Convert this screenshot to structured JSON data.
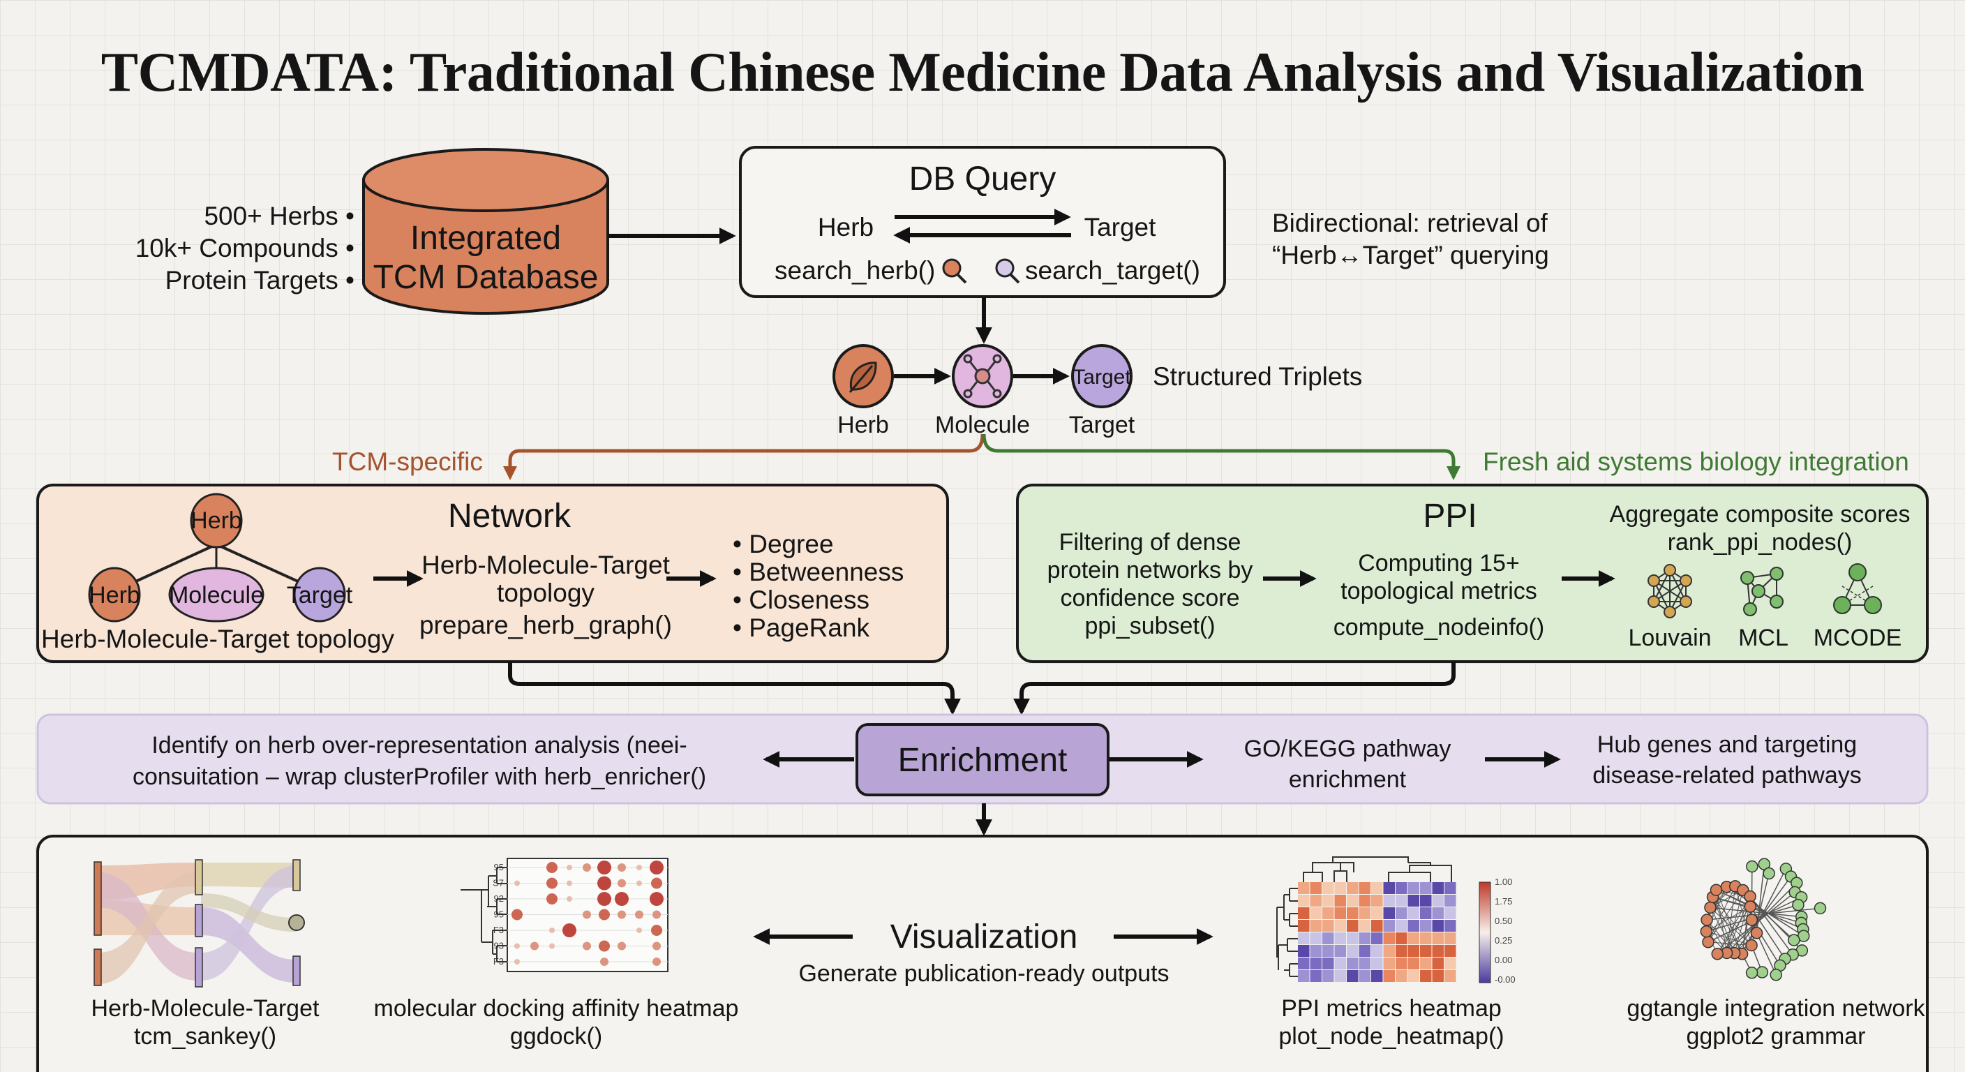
{
  "title": "TCMDATA: Traditional Chinese Medicine Data Analysis and Visualization",
  "database": {
    "label_line1": "Integrated",
    "label_line2": "TCM Database",
    "stats": [
      "500+ Herbs •",
      "10k+ Compounds •",
      "Protein Targets •"
    ],
    "color": "#d9825e"
  },
  "db_query": {
    "title": "DB Query",
    "left": "Herb",
    "right": "Target",
    "fn_left": "search_herb()",
    "fn_right": "search_target()",
    "note_line1": "Bidirectional: retrieval of",
    "note_line2": "“Herb↔Target” querying"
  },
  "triplets": {
    "nodes": [
      {
        "label": "Herb",
        "icon": "leaf-icon",
        "color": "#d9825e"
      },
      {
        "label": "Molecule",
        "icon": "molecule-icon",
        "color": "#e2b7df"
      },
      {
        "label": "Target",
        "inner": "Target",
        "color": "#b9a6dd"
      }
    ],
    "caption": "Structured Triplets"
  },
  "branches": {
    "left": "TCM-specific",
    "left_color": "#a5532c",
    "right": "Fresh aid systems biology integration",
    "right_color": "#3f7a33"
  },
  "network": {
    "title": "Network",
    "tree_root": "Herb",
    "tree_children": [
      "Herb",
      "Molecule",
      "Target"
    ],
    "tree_caption": "Herb-Molecule-Target topology",
    "step_line1": "Herb-Molecule-Target",
    "step_line2": "topology",
    "step_fn": "prepare_herb_graph()",
    "metrics": [
      "• Degree",
      "• Betweenness",
      "• Closeness",
      "• PageRank"
    ],
    "fill": "#f8e5d6"
  },
  "ppi": {
    "title": "PPI",
    "filter_lines": [
      "Filtering of dense",
      "protein networks by",
      "confidence score",
      "ppi_subset()"
    ],
    "compute_lines": [
      "Computing 15+",
      "topological metrics"
    ],
    "compute_fn": "compute_nodeinfo()",
    "aggregate": "Aggregate composite scores",
    "aggregate_fn": "rank_ppi_nodes()",
    "methods": [
      "Louvain",
      "MCL",
      "MCODE"
    ],
    "fill": "#dcedd3"
  },
  "enrichment": {
    "title": "Enrichment",
    "left_line1": "Identify on herb over-representation analysis (neei-",
    "left_line2": "consuitation – wrap clusterProfiler with herb_enricher()",
    "mid_line1": "GO/KEGG pathway",
    "mid_line2": "enrichment",
    "right_line1": "Hub genes and targeting",
    "right_line2": "disease-related pathways",
    "band_fill": "#e6ddef",
    "box_fill": "#b8a5d5"
  },
  "visualization": {
    "title": "Visualization",
    "subtitle": "Generate publication-ready outputs",
    "panels": [
      {
        "line1": "Herb-Molecule-Target",
        "line2": "tcm_sankey()"
      },
      {
        "line1": "molecular docking affinity heatmap",
        "line2": "ggdock()"
      },
      {
        "line1": "PPI metrics heatmap",
        "line2": "plot_node_heatmap()"
      },
      {
        "line1": "ggtangle integration network",
        "line2": "ggplot2 grammar"
      }
    ],
    "dot_row_labels": [
      "95",
      "S7",
      "92",
      "95",
      "F3",
      "93",
      "F3"
    ],
    "heatmap_colorbar_ticks": [
      "1.00",
      "1.75",
      "0.50",
      "0.25",
      "0.00",
      "-0.00"
    ]
  }
}
